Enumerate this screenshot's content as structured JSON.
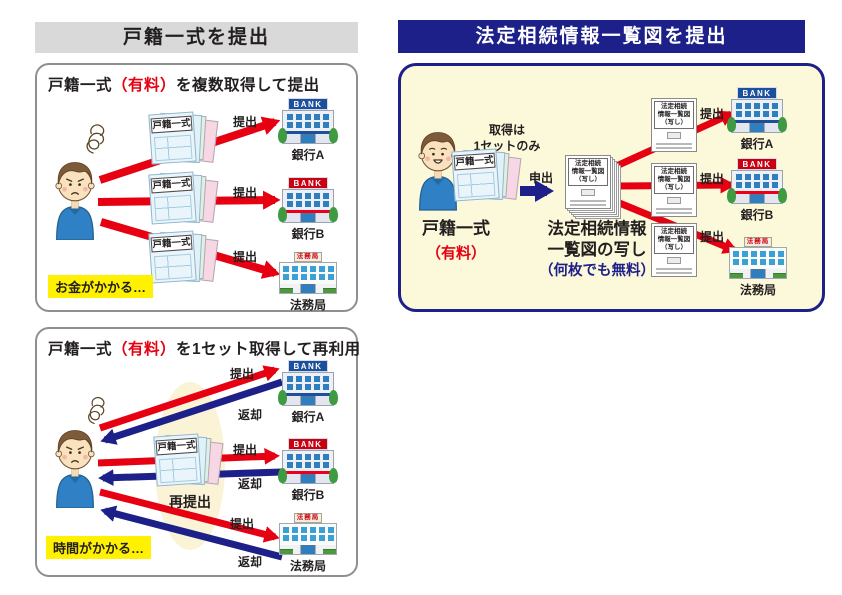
{
  "colors": {
    "red": "#e60012",
    "navy": "#1d2088",
    "yellow": "#fff100",
    "cream": "#fcf8da",
    "gray_header": "#d9d9d9"
  },
  "left": {
    "header": "戸籍一式を提出",
    "panel1": {
      "title_pre": "戸籍一式",
      "title_paid": "（有料）",
      "title_post": "を複数取得して提出",
      "doc_label": "戸籍一式",
      "submit": "提出",
      "note": "お金がかかる…"
    },
    "panel2": {
      "title_pre": "戸籍一式",
      "title_paid": "（有料）",
      "title_post": "を1セット取得して再利用",
      "doc_label": "戸籍一式",
      "submit": "提出",
      "return": "返却",
      "resubmit": "再提出",
      "note": "時間がかかる…"
    }
  },
  "right": {
    "header": "法定相続情報一覧図を提出",
    "acquire_note_l1": "取得は",
    "acquire_note_l2": "1セットのみ",
    "koseki_doc_label": "戸籍一式",
    "koseki_caption": "戸籍一式",
    "koseki_paid": "（有料）",
    "apply": "申出",
    "copy_label_l1": "法定相続",
    "copy_label_l2": "情報一覧図",
    "copy_label_l3": "（写し）",
    "copy_caption_l1": "法定相続情報",
    "copy_caption_l2": "一覧図の写し",
    "copy_free": "（何枚でも無料）",
    "submit": "提出"
  },
  "buildings": {
    "bank_sign": "BANK",
    "houmu_sign": "法務局",
    "bank_a": "銀行A",
    "bank_b": "銀行B",
    "houmu": "法務局"
  }
}
